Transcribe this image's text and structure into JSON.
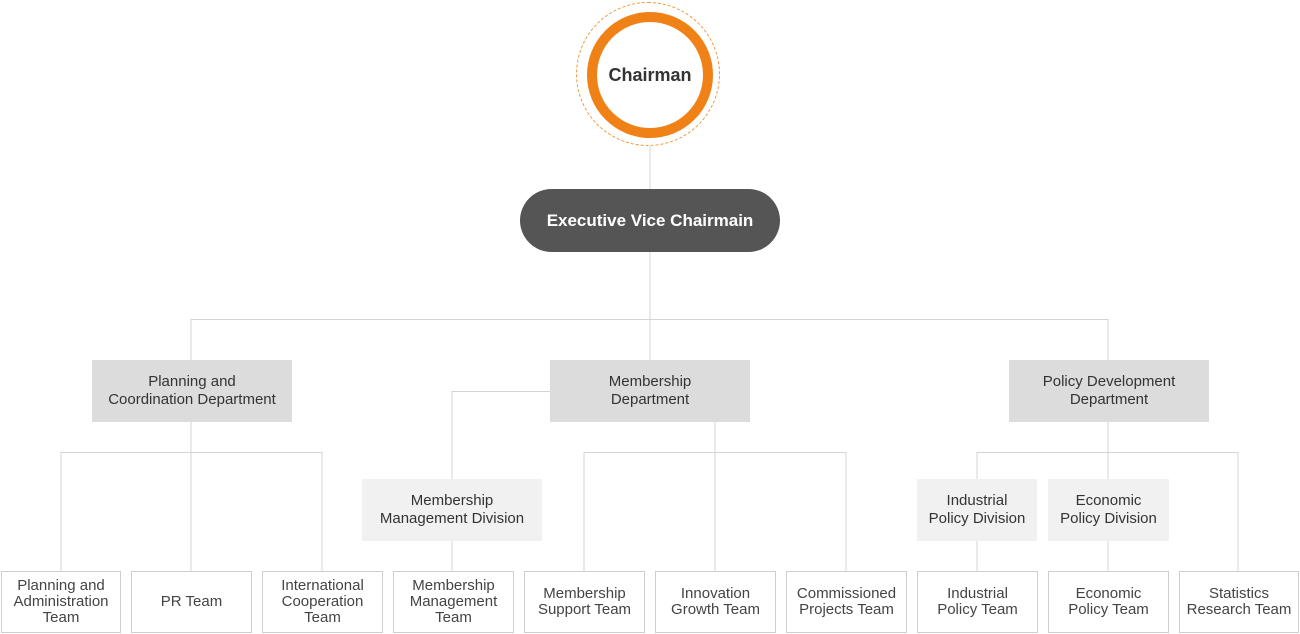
{
  "chairman": "Chairman",
  "executive_vice_chairman": "Executive Vice Chairmain",
  "departments": {
    "planning": "Planning and\nCoordination Department",
    "membership": "Membership\nDepartment",
    "policy": "Policy Development\nDepartment"
  },
  "divisions": {
    "membership_management": "Membership\nManagement  Division",
    "industrial_policy": "Industrial\nPolicy Division",
    "economic_policy": "Economic\nPolicy Division"
  },
  "teams": [
    "Planning and\nAdministration\nTeam",
    "PR Team",
    "International\nCooperation\nTeam",
    "Membership\nManagement\nTeam",
    "Membership\nSupport Team",
    "Innovation\nGrowth Team",
    "Commissioned\nProjects Team",
    "Industrial\nPolicy Team",
    "Economic\nPolicy Team",
    "Statistics\nResearch Team"
  ],
  "colors": {
    "chairman_ring": "#f08116",
    "executive_fill": "#555555",
    "department_fill": "#dcdcdc",
    "division_fill": "#f1f1f1",
    "connector": "#d4d4d4"
  }
}
